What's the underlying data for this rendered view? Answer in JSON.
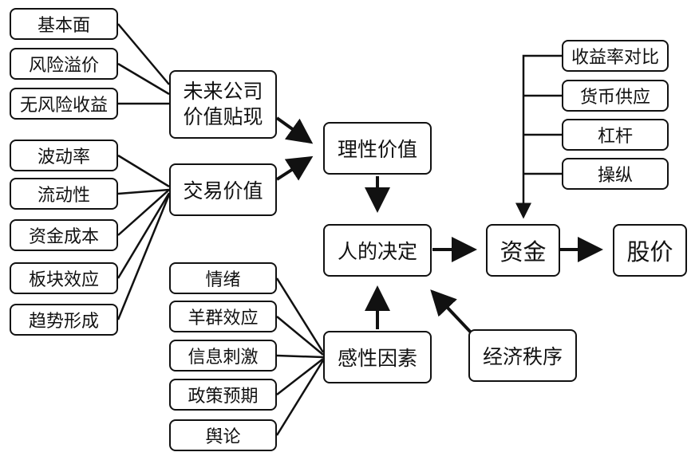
{
  "nodes": {
    "fundamentals": "基本面",
    "risk_premium": "风险溢价",
    "risk_free_yield": "无风险收益",
    "discounted_future": "未来公司\n价值贴现",
    "volatility": "波动率",
    "liquidity": "流动性",
    "capital_cost": "资金成本",
    "sector_effect": "板块效应",
    "trend_formation": "趋势形成",
    "trading_value": "交易价值",
    "rational_value": "理性价值",
    "human_decision": "人的决定",
    "capital": "资金",
    "stock_price": "股价",
    "yield_comparison": "收益率对比",
    "money_supply": "货币供应",
    "leverage": "杠杆",
    "manipulation": "操纵",
    "emotion": "情绪",
    "herd_effect": "羊群效应",
    "info_stimulus": "信息刺激",
    "policy_expectation": "政策预期",
    "public_opinion": "舆论",
    "emotional_factors": "感性因素",
    "economic_order": "经济秩序"
  }
}
